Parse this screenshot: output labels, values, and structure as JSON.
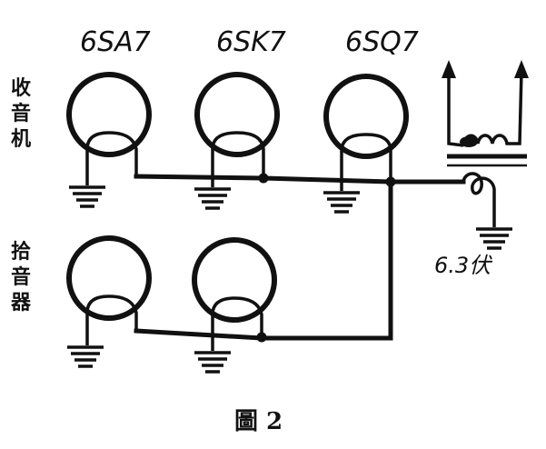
{
  "tubes": {
    "radio": [
      "6SA7",
      "6SK7",
      "6SQ7"
    ]
  },
  "sections": {
    "radio_label": "收音机",
    "pickup_label": "拾音器"
  },
  "transformer": {
    "voltage_label": "6.3伏"
  },
  "caption": "圖 2"
}
